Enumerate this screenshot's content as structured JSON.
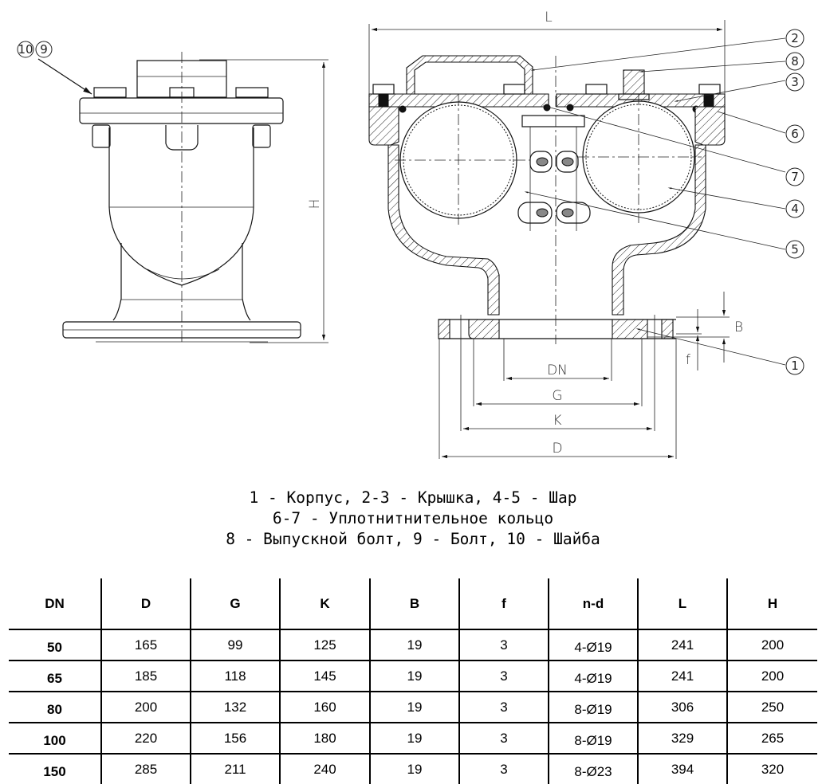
{
  "drawing": {
    "title": "Double-ball air valve assembly drawing",
    "dimension_labels": {
      "L": "L",
      "H": "H",
      "B": "B",
      "f": "f",
      "DN": "DN",
      "G": "G",
      "K": "K",
      "D": "D"
    },
    "balloons": {
      "b1": "1",
      "b2": "2",
      "b3": "3",
      "b4": "4",
      "b5": "5",
      "b6": "6",
      "b7": "7",
      "b8": "8",
      "b9": "9",
      "b10": "10"
    }
  },
  "legend": {
    "line1": "1 - Корпус, 2-3 - Крышка, 4-5 - Шар",
    "line2": "6-7 - Уплотнитнительное кольцо",
    "line3": "8 - Выпускной болт, 9 - Болт, 10 - Шайба"
  },
  "table": {
    "headers": [
      "DN",
      "D",
      "G",
      "K",
      "B",
      "f",
      "n-d",
      "L",
      "H"
    ],
    "rows": [
      [
        "50",
        "165",
        "99",
        "125",
        "19",
        "3",
        "4-Ø19",
        "241",
        "200"
      ],
      [
        "65",
        "185",
        "118",
        "145",
        "19",
        "3",
        "4-Ø19",
        "241",
        "200"
      ],
      [
        "80",
        "200",
        "132",
        "160",
        "19",
        "3",
        "8-Ø19",
        "306",
        "250"
      ],
      [
        "100",
        "220",
        "156",
        "180",
        "19",
        "3",
        "8-Ø19",
        "329",
        "265"
      ],
      [
        "150",
        "285",
        "211",
        "240",
        "19",
        "3",
        "8-Ø23",
        "394",
        "320"
      ]
    ]
  }
}
